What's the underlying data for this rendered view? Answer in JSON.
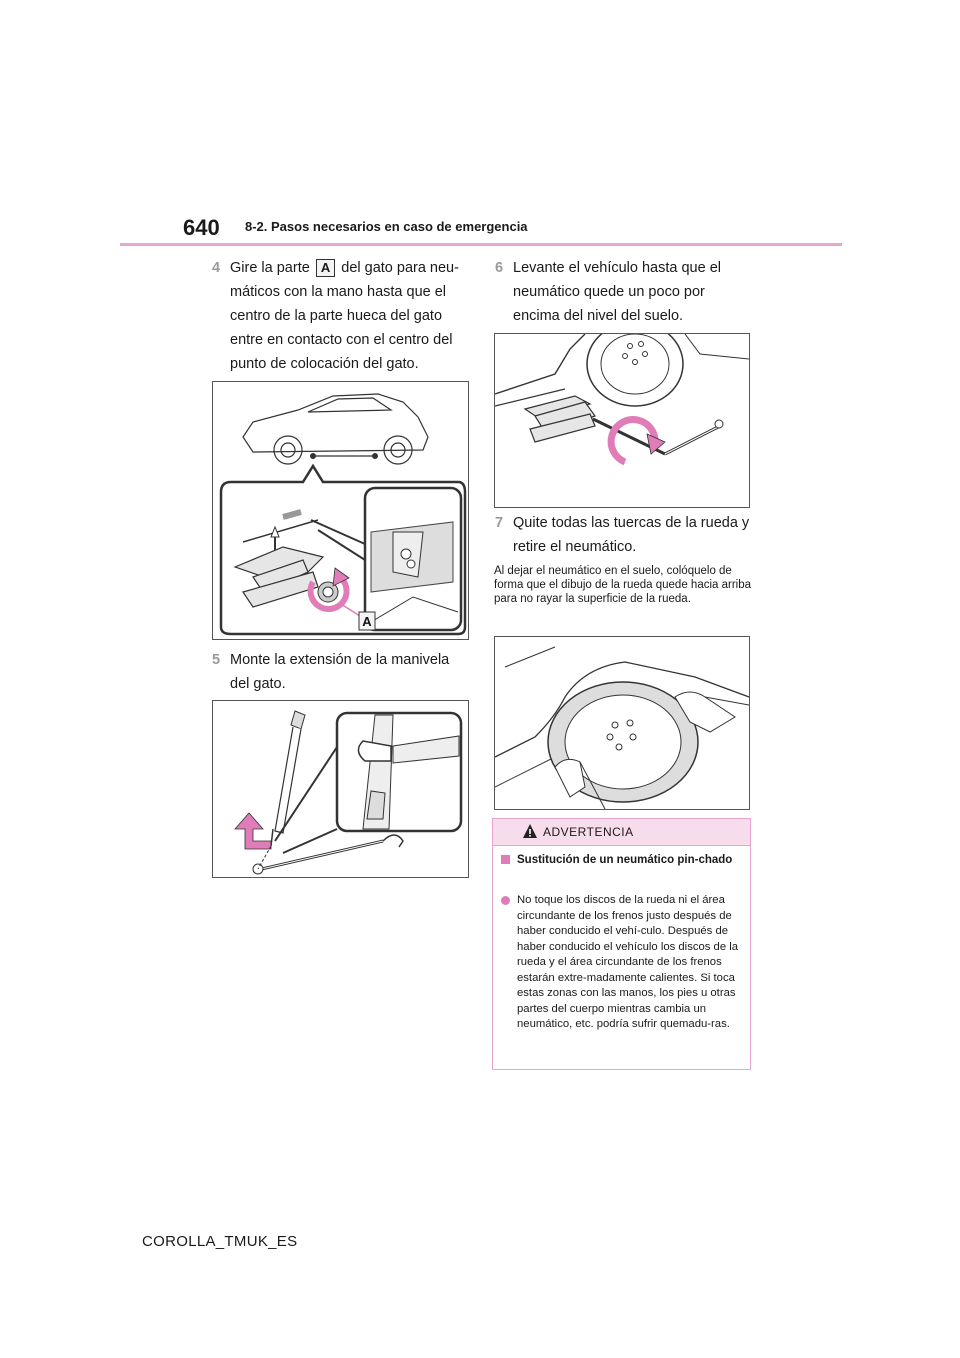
{
  "header": {
    "page_number": "640",
    "section_title": "8-2. Pasos necesarios en caso de emergencia"
  },
  "left_column": {
    "step4": {
      "number": "4",
      "text_before": "Gire la parte",
      "label": "A",
      "text_after": "del gato para neu-máticos con la mano hasta que el centro de la parte hueca del gato entre en contacto con el centro del punto de colocación del gato."
    },
    "figure1": {
      "callout_label": "A"
    },
    "step5": {
      "number": "5",
      "text": "Monte la extensión de la manivela del gato."
    }
  },
  "right_column": {
    "step6": {
      "number": "6",
      "text": "Levante el vehículo hasta que el neumático quede un poco por encima del nivel del suelo."
    },
    "step7": {
      "number": "7",
      "text": "Quite todas las tuercas de la rueda y retire el neumático."
    },
    "note": "Al dejar el neumático en el suelo, colóquelo de forma que el dibujo de la rueda quede hacia arriba para no rayar la superficie de la rueda."
  },
  "warning": {
    "title": "ADVERTENCIA",
    "subtitle": "Sustitución de un neumático pin-chado",
    "body": "No toque los discos de la rueda ni el área circundante de los frenos justo después de haber conducido el vehí-culo. Después de haber conducido el vehículo los discos de la rueda y el área circundante de los frenos estarán extre-madamente calientes. Si toca estas zonas con las manos, los pies u otras partes del cuerpo mientras cambia un neumático, etc. podría sufrir quemadu-ras."
  },
  "footer": {
    "text": "COROLLA_TMUK_ES"
  },
  "colors": {
    "accent_pink": "#e8a6cf",
    "marker_pink": "#e07db8",
    "warning_bg": "#f7dcec"
  }
}
